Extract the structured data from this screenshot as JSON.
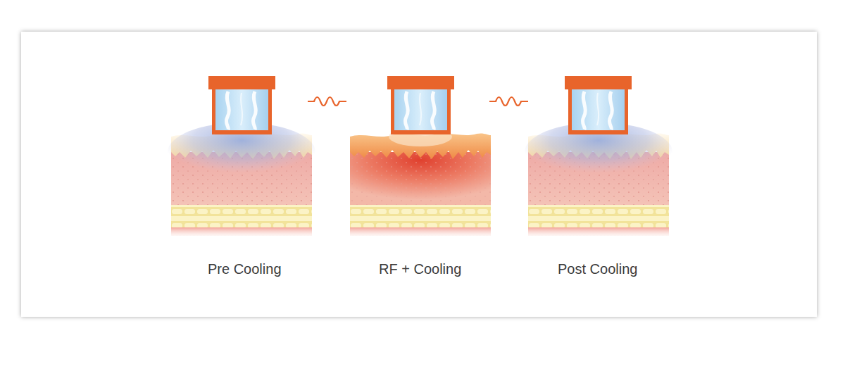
{
  "diagram": {
    "labels": [
      "Pre Cooling",
      "RF + Cooling",
      "Post Cooling"
    ]
  }
}
